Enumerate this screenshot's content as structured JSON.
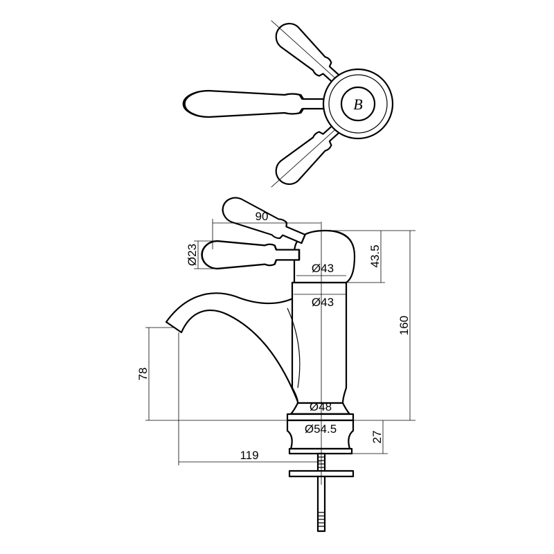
{
  "drawing": {
    "title": "Basin mixer tap technical drawing",
    "logo_mark": "B",
    "dimensions": {
      "handle_reach": "90",
      "handle_diameter": "Ø23",
      "head_height": "43.5",
      "head_diameter": "Ø43",
      "body_diameter": "Ø43",
      "overall_height": "160",
      "spout_height": "78",
      "collar_diameter": "Ø48",
      "base_diameter": "Ø54.5",
      "base_height": "27",
      "spout_reach": "119"
    },
    "colors": {
      "line": "#000000",
      "background": "#ffffff"
    }
  }
}
